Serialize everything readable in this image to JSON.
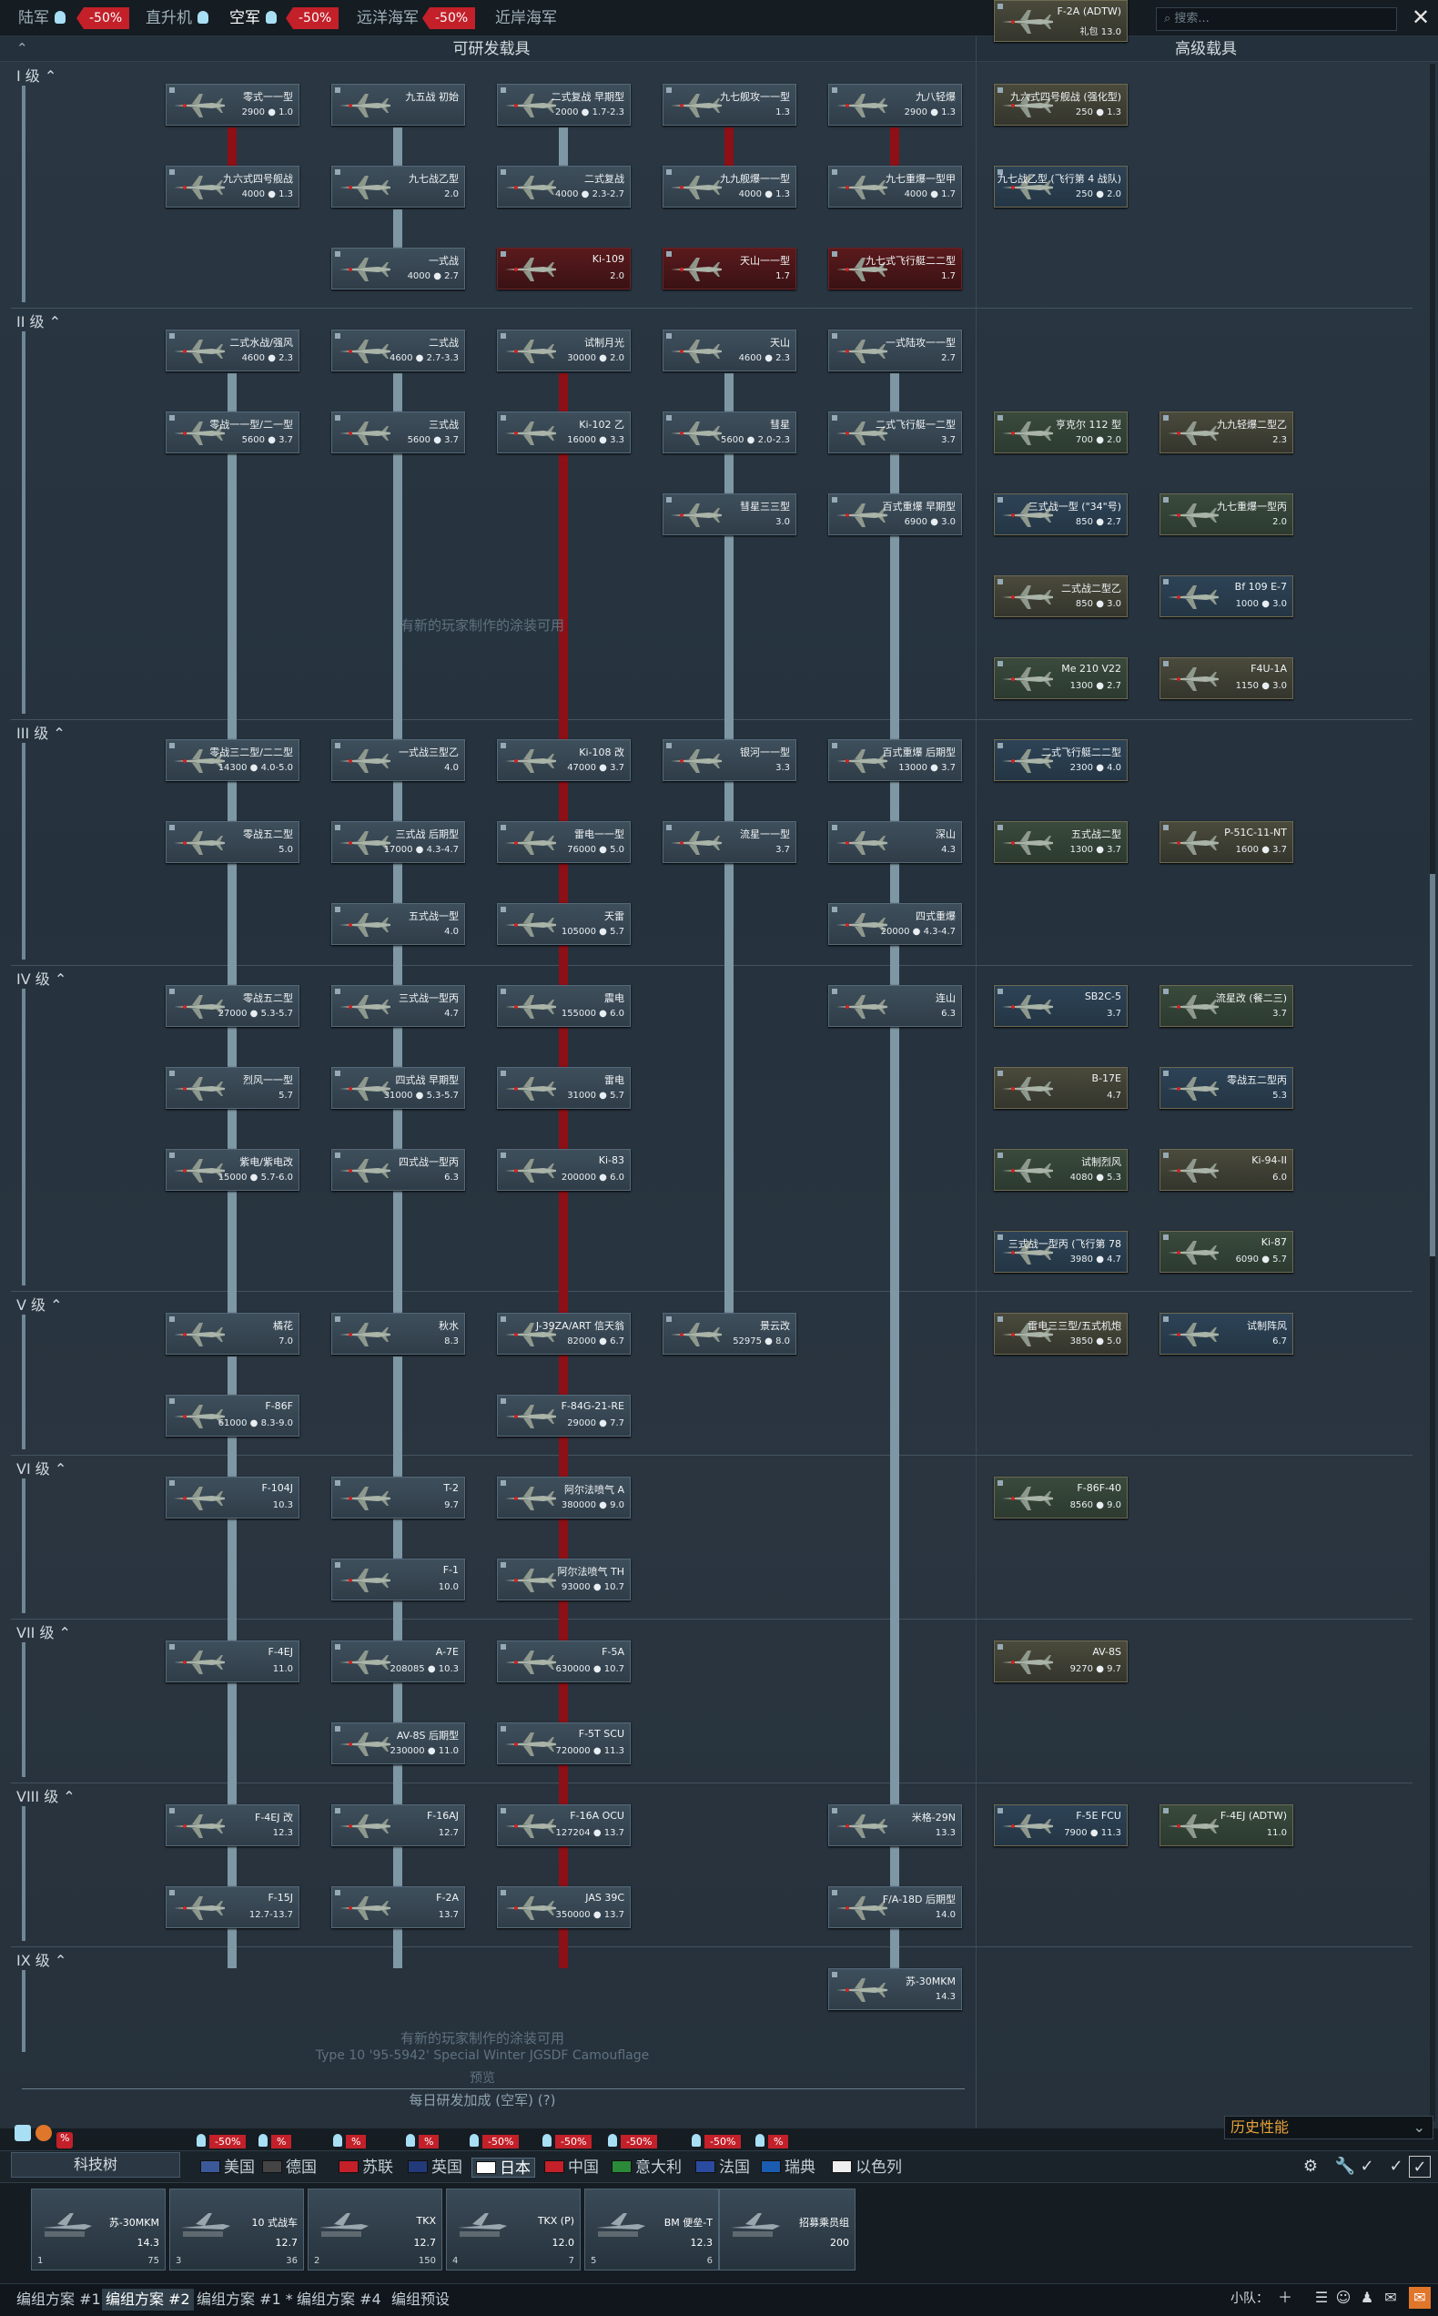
{
  "top_tabs": [
    {
      "label": "陆军",
      "discount": "-50%",
      "bulb": true
    },
    {
      "label": "直升机",
      "discount": "",
      "bulb": true
    },
    {
      "label": "空军",
      "discount": "-50%",
      "bulb": true
    },
    {
      "label": "远洋海军",
      "discount": "-50%",
      "bulb": false
    },
    {
      "label": "近岸海军",
      "discount": "",
      "bulb": false
    }
  ],
  "search": {
    "placeholder": "搜索..."
  },
  "headers": {
    "researchable": "可研发载具",
    "premium": "高级载具"
  },
  "ranks": [
    "I 级",
    "II 级",
    "III 级",
    "IV 级",
    "V 级",
    "VI 级",
    "VII 级",
    "VIII 级",
    "IX 级"
  ],
  "vehicles": [
    {
      "name": "零式一一型",
      "stats": "2900 ● 1.0",
      "col": 0,
      "row": 0,
      "type": "locked-no"
    },
    {
      "name": "九五战 初始",
      "stats": "",
      "col": 1,
      "row": 0
    },
    {
      "name": "二式复战 早期型",
      "stats": "2000 ● 1.7-2.3",
      "col": 2,
      "row": 0
    },
    {
      "name": "九七舰攻一一型",
      "stats": "1.3",
      "col": 3,
      "row": 0
    },
    {
      "name": "九八轻爆",
      "stats": "2900 ● 1.3",
      "col": 4,
      "row": 0
    },
    {
      "name": "九六式四号舰战",
      "stats": "4000 ● 1.3",
      "col": 0,
      "row": 1
    },
    {
      "name": "九七战乙型",
      "stats": "2.0",
      "col": 1,
      "row": 1
    },
    {
      "name": "二式复战",
      "stats": "4000 ● 2.3-2.7",
      "col": 2,
      "row": 1
    },
    {
      "name": "九九舰爆一一型",
      "stats": "4000 ● 1.3",
      "col": 3,
      "row": 1
    },
    {
      "name": "九七重爆一型甲",
      "stats": "4000 ● 1.7",
      "col": 4,
      "row": 1
    },
    {
      "name": "一式战",
      "stats": "4000 ● 2.7",
      "col": 1,
      "row": 2
    },
    {
      "name": "Ki-109",
      "stats": "2.0",
      "col": 2,
      "row": 2,
      "locked": true
    },
    {
      "name": "天山一一型",
      "stats": "1.7",
      "col": 3,
      "row": 2,
      "locked": true
    },
    {
      "name": "九七式飞行艇二二型",
      "stats": "1.7",
      "col": 4,
      "row": 2,
      "locked": true
    },
    {
      "name": "二式水战/强风",
      "stats": "4600 ● 2.3",
      "col": 0,
      "row": 3
    },
    {
      "name": "二式战",
      "stats": "4600 ● 2.7-3.3",
      "col": 1,
      "row": 3
    },
    {
      "name": "试制月光",
      "stats": "30000 ● 2.0",
      "col": 2,
      "row": 3
    },
    {
      "name": "天山",
      "stats": "4600 ● 2.3",
      "col": 3,
      "row": 3
    },
    {
      "name": "一式陆攻一一型",
      "stats": "2.7",
      "col": 4,
      "row": 3
    },
    {
      "name": "零战一一型/二一型",
      "stats": "5600 ● 3.7",
      "col": 0,
      "row": 4
    },
    {
      "name": "三式战",
      "stats": "5600 ● 3.7",
      "col": 1,
      "row": 4
    },
    {
      "name": "Ki-102 乙",
      "stats": "16000 ● 3.3",
      "col": 2,
      "row": 4
    },
    {
      "name": "彗星",
      "stats": "5600 ● 2.0-2.3",
      "col": 3,
      "row": 4
    },
    {
      "name": "二式飞行艇一二型",
      "stats": "3.7",
      "col": 4,
      "row": 4
    },
    {
      "name": "彗星三三型",
      "stats": "3.0",
      "col": 3,
      "row": 5
    },
    {
      "name": "百式重爆 早期型",
      "stats": "6900 ● 3.0",
      "col": 4,
      "row": 5
    },
    {
      "name": "零战三二型/二二型",
      "stats": "14300 ● 4.0-5.0",
      "col": 0,
      "row": 6
    },
    {
      "name": "一式战三型乙",
      "stats": "4.0",
      "col": 1,
      "row": 6
    },
    {
      "name": "Ki-108 改",
      "stats": "47000 ● 3.7",
      "col": 2,
      "row": 6
    },
    {
      "name": "银河一一型",
      "stats": "3.3",
      "col": 3,
      "row": 6
    },
    {
      "name": "百式重爆 后期型",
      "stats": "13000 ● 3.7",
      "col": 4,
      "row": 6
    },
    {
      "name": "零战五二型",
      "stats": "5.0",
      "col": 0,
      "row": 7
    },
    {
      "name": "三式战 后期型",
      "stats": "17000 ● 4.3-4.7",
      "col": 1,
      "row": 7
    },
    {
      "name": "雷电一一型",
      "stats": "76000 ● 5.0",
      "col": 2,
      "row": 7
    },
    {
      "name": "流星一一型",
      "stats": "3.7",
      "col": 3,
      "row": 7
    },
    {
      "name": "深山",
      "stats": "4.3",
      "col": 4,
      "row": 7
    },
    {
      "name": "五式战一型",
      "stats": "4.0",
      "col": 1,
      "row": 8
    },
    {
      "name": "天雷",
      "stats": "105000 ● 5.7",
      "col": 2,
      "row": 8
    },
    {
      "name": "四式重爆",
      "stats": "20000 ● 4.3-4.7",
      "col": 4,
      "row": 8
    },
    {
      "name": "零战五二型",
      "stats": "27000 ● 5.3-5.7",
      "col": 0,
      "row": 9
    },
    {
      "name": "三式战一型丙",
      "stats": "4.7",
      "col": 1,
      "row": 9
    },
    {
      "name": "震电",
      "stats": "155000 ● 6.0",
      "col": 2,
      "row": 9
    },
    {
      "name": "连山",
      "stats": "6.3",
      "col": 4,
      "row": 9
    },
    {
      "name": "烈风一一型",
      "stats": "5.7",
      "col": 0,
      "row": 10
    },
    {
      "name": "四式战 早期型",
      "stats": "31000 ● 5.3-5.7",
      "col": 1,
      "row": 10
    },
    {
      "name": "雷电",
      "stats": "31000 ● 5.7",
      "col": 2,
      "row": 10
    },
    {
      "name": "紫电/紫电改",
      "stats": "15000 ● 5.7-6.0",
      "col": 0,
      "row": 11
    },
    {
      "name": "四式战一型丙",
      "stats": "6.3",
      "col": 1,
      "row": 11
    },
    {
      "name": "Ki-83",
      "stats": "200000 ● 6.0",
      "col": 2,
      "row": 11
    },
    {
      "name": "橘花",
      "stats": "7.0",
      "col": 0,
      "row": 12
    },
    {
      "name": "秋水",
      "stats": "8.3",
      "col": 1,
      "row": 12
    },
    {
      "name": "F-86F",
      "stats": "61000 ● 8.3-9.0",
      "col": 0,
      "row": 13
    },
    {
      "name": "F-104J",
      "stats": "10.3",
      "col": 0,
      "row": 14
    },
    {
      "name": "T-2",
      "stats": "9.7",
      "col": 1,
      "row": 14
    },
    {
      "name": "F-1",
      "stats": "10.0",
      "col": 1,
      "row": 15
    },
    {
      "name": "F-4EJ",
      "stats": "11.0",
      "col": 0,
      "row": 16
    },
    {
      "name": "A-7E",
      "stats": "208085 ● 10.3",
      "col": 1,
      "row": 16
    },
    {
      "name": "AV-8S 后期型",
      "stats": "230000 ● 11.0",
      "col": 1,
      "row": 17
    },
    {
      "name": "F-4EJ 改",
      "stats": "12.3",
      "col": 0,
      "row": 18
    },
    {
      "name": "F-16AJ",
      "stats": "12.7",
      "col": 1,
      "row": 18
    },
    {
      "name": "F-15J",
      "stats": "12.7-13.7",
      "col": 0,
      "row": 19
    },
    {
      "name": "F-2A",
      "stats": "13.7",
      "col": 1,
      "row": 19
    }
  ],
  "col2_vehicles": [
    {
      "name": "J-39ZA/ART 信天翁",
      "stats": "82000 ● 6.7",
      "row": 12
    },
    {
      "name": "F-84G-21-RE",
      "stats": "29000 ● 7.7",
      "row": 13
    },
    {
      "name": "阿尔法喷气 A",
      "stats": "380000 ● 9.0",
      "row": 14
    },
    {
      "name": "阿尔法喷气 TH",
      "stats": "93000 ● 10.7",
      "row": 15
    },
    {
      "name": "F-5A",
      "stats": "630000 ● 10.7",
      "row": 16
    },
    {
      "name": "F-5T SCU",
      "stats": "720000 ● 11.3",
      "row": 17
    },
    {
      "name": "F-16A OCU",
      "stats": "127204 ● 13.7",
      "row": 18
    },
    {
      "name": "JAS 39C",
      "stats": "350000 ● 13.7",
      "row": 19
    }
  ],
  "col3_extra": [
    {
      "name": "景云改",
      "stats": "52975 ● 8.0",
      "row": 12
    }
  ],
  "col4_extra": [
    {
      "name": "米格-29N",
      "stats": "13.3",
      "row": 18
    },
    {
      "name": "F/A-18D 后期型",
      "stats": "14.0",
      "row": 19
    },
    {
      "name": "苏-30MKM",
      "stats": "14.3",
      "row": 20
    }
  ],
  "premium": [
    {
      "name": "九六式四号舰战 (强化型)",
      "stats": "250 ● 1.3",
      "col": 0,
      "row": 0
    },
    {
      "name": "九七战乙型 (飞行第 4 战队)",
      "stats": "250 ● 2.0",
      "col": 0,
      "row": 1
    },
    {
      "name": "亨克尔 112 型",
      "stats": "700 ● 2.0",
      "col": 0,
      "row": 3
    },
    {
      "name": "九九轻爆二型乙",
      "stats": "2.3",
      "col": 1,
      "row": 3
    },
    {
      "name": "三式战一型 (\"34\"号)",
      "stats": "850 ● 2.7",
      "col": 0,
      "row": 4
    },
    {
      "name": "九七重爆一型丙",
      "stats": "2.0",
      "col": 1,
      "row": 4
    },
    {
      "name": "二式战二型乙",
      "stats": "850 ● 3.0",
      "col": 0,
      "row": 5
    },
    {
      "name": "Bf 109 E-7",
      "stats": "1000 ● 3.0",
      "col": 1,
      "row": 5
    },
    {
      "name": "Me 210 V22",
      "stats": "1300 ● 2.7",
      "col": 0,
      "row": 6.0
    },
    {
      "name": "F4U-1A",
      "stats": "1150 ● 3.0",
      "col": 1,
      "row": 6.0
    },
    {
      "name": "二式飞行艇二二型",
      "stats": "2300 ● 4.0",
      "col": 0,
      "row": 7.0
    },
    {
      "name": "五式战二型",
      "stats": "1300 ● 3.7",
      "col": 0,
      "row": 8.0
    },
    {
      "name": "P-51C-11-NT",
      "stats": "1600 ● 3.7",
      "col": 1,
      "row": 8.0
    },
    {
      "name": "SB2C-5",
      "stats": "3.7",
      "col": 0,
      "row": 9.0
    },
    {
      "name": "流星改 (餐二三)",
      "stats": "3.7",
      "col": 1,
      "row": 9.0
    },
    {
      "name": "B-17E",
      "stats": "4.7",
      "col": 0,
      "row": 10.0
    },
    {
      "name": "零战五二型丙",
      "stats": "5.3",
      "col": 1,
      "row": 10.0
    },
    {
      "name": "试制烈风",
      "stats": "4080 ● 5.3",
      "col": 0,
      "row": 11.0
    },
    {
      "name": "Ki-94-II",
      "stats": "6.0",
      "col": 1,
      "row": 11.0
    },
    {
      "name": "三式战一型丙 (飞行第 78",
      "stats": "3980 ● 4.7",
      "col": 0,
      "row": 12.0
    },
    {
      "name": "Ki-87",
      "stats": "6090 ● 5.7",
      "col": 1,
      "row": 12.0
    },
    {
      "name": "雷电三三型/五式机炮",
      "stats": "3850 ● 5.0",
      "col": 0,
      "row": 13.0
    },
    {
      "name": "试制阵风",
      "stats": "6.7",
      "col": 1,
      "row": 13.0
    },
    {
      "name": "F-86F-40",
      "stats": "8560 ● 9.0",
      "col": 0,
      "row": 14.0
    },
    {
      "name": "AV-8S",
      "stats": "9270 ● 9.7",
      "col": 0,
      "row": 15.0
    },
    {
      "name": "F-5E FCU",
      "stats": "7900 ● 11.3",
      "col": 0,
      "row": 16.0
    },
    {
      "name": "F-4EJ (ADTW)",
      "stats": "11.0",
      "col": 1,
      "row": 16.0
    },
    {
      "name": "F-2A (ADTW)",
      "stats": "礼包 13.0",
      "col": 0,
      "row": 17.0
    }
  ],
  "notices": {
    "notice1": "有新的玩家制作的涂装可用",
    "notice2": "有新的玩家制作的涂装可用",
    "camo": "Type 10 '95-5942' Special Winter JGSDF Camouflage",
    "preview": "预览",
    "bonus": "每日研发加成 (空军) (?)"
  },
  "hist_button": "历史性能",
  "tech_tree_label": "科技树",
  "nations": [
    {
      "label": "美国"
    },
    {
      "label": "德国"
    },
    {
      "label": "苏联"
    },
    {
      "label": "英国"
    },
    {
      "label": "日本",
      "active": true
    },
    {
      "label": "中国"
    },
    {
      "label": "意大利"
    },
    {
      "label": "法国"
    },
    {
      "label": "瑞典"
    },
    {
      "label": "以色列"
    }
  ],
  "nation_discounts": [
    "-50%",
    "%",
    "%",
    "%",
    "-50%",
    "-50%",
    "-50%",
    "-50%",
    "%"
  ],
  "crew": [
    {
      "name": "苏-30MKM",
      "stat": "14.3",
      "num": "1",
      "val": "75"
    },
    {
      "name": "10 式战车",
      "stat": "12.7",
      "num": "3",
      "val": "36"
    },
    {
      "name": "TKX",
      "stat": "12.7",
      "num": "2",
      "val": "150"
    },
    {
      "name": "TKX (P)",
      "stat": "12.0",
      "num": "4",
      "val": "7"
    },
    {
      "name": "BM 便垒-T",
      "stat": "12.3",
      "num": "5",
      "val": "6"
    },
    {
      "name": "招募乘员组",
      "stat": "200",
      "num": "",
      "val": ""
    }
  ],
  "presets": [
    "编组方案 #1",
    "编组方案 #2",
    "编组方案 #1 *",
    "编组方案 #4",
    "编组预设"
  ],
  "squad": "小队："
}
